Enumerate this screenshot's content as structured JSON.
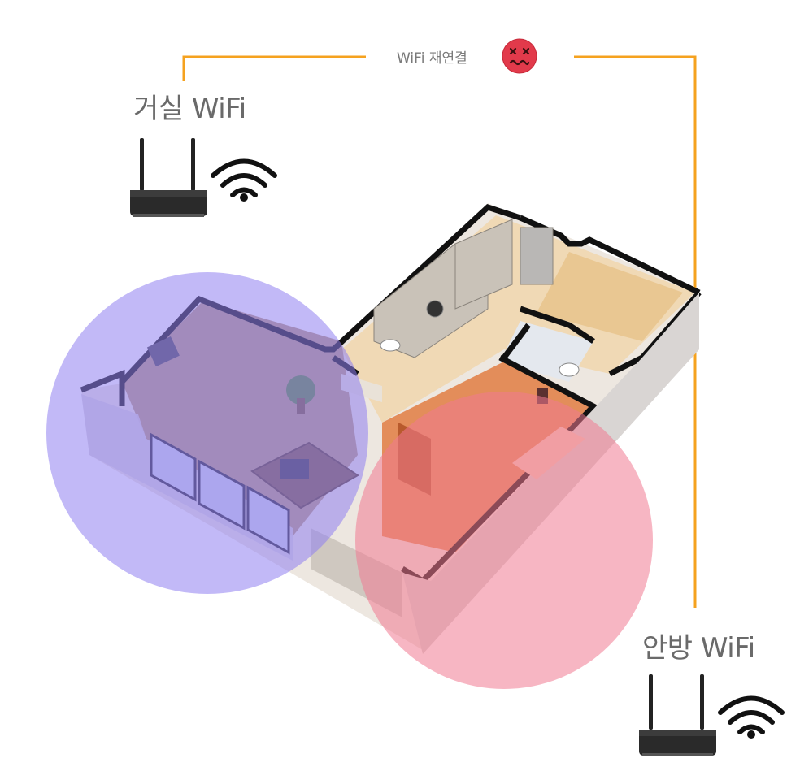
{
  "labels": {
    "living_wifi": "거실 WiFi",
    "room_wifi": "안방 WiFi",
    "reconnect": "WiFi 재연결"
  },
  "icons": {
    "status": "dizzy-face-icon",
    "router": "router-icon",
    "wifi": "wifi-signal-icon"
  },
  "colors": {
    "connector_line": "#f5a21f",
    "living_coverage": "#9b8ff0",
    "room_coverage": "#f58aa0",
    "status_face": "#e23a4b"
  }
}
